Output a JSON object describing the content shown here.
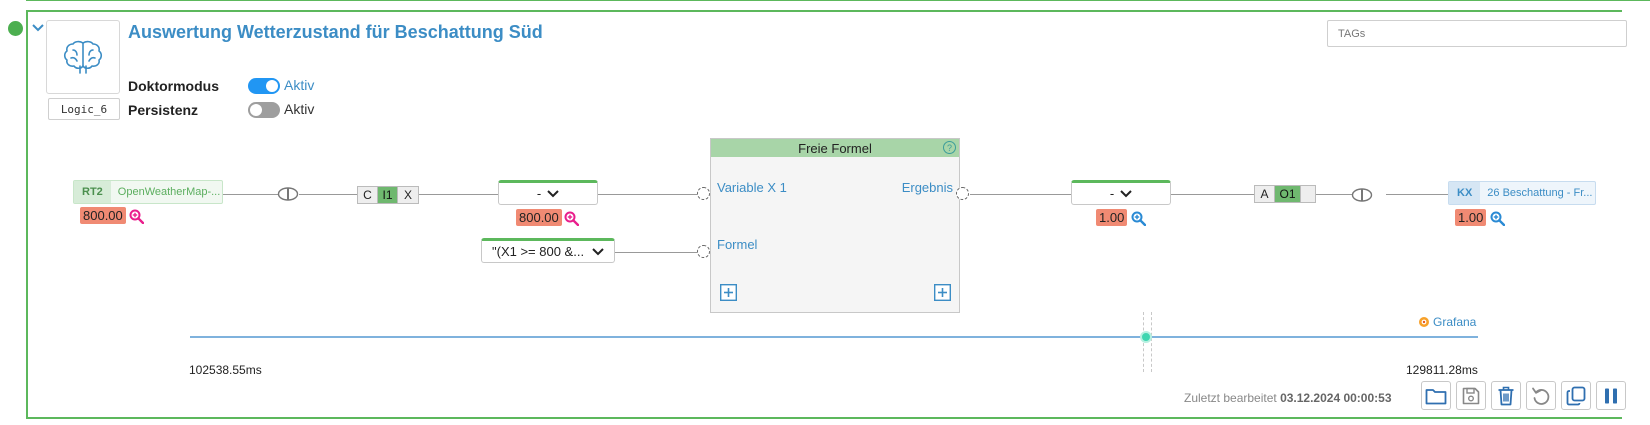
{
  "block": {
    "title": "Auswertung Wetterzustand für Beschattung Süd",
    "logic_id": "Logic_6",
    "tags_placeholder": "TAGs",
    "options": [
      {
        "label": "Doktormodus",
        "state_label": "Aktiv",
        "enabled": true
      },
      {
        "label": "Persistenz",
        "state_label": "Aktiv",
        "enabled": false
      }
    ]
  },
  "inputs": {
    "rt2": {
      "tag": "RT2",
      "label": "OpenWeatherMap-...",
      "value": "800.00"
    }
  },
  "channel_in": {
    "c": "C",
    "i1": "I1",
    "x": "X"
  },
  "dropdown_in": {
    "value": "-",
    "display_value": "800.00"
  },
  "formula_select": {
    "value": "\"(X1 >= 800 &..."
  },
  "formula_block": {
    "title": "Freie Formel",
    "help": "?",
    "input_var": "Variable X 1",
    "input_formula": "Formel",
    "output": "Ergebnis"
  },
  "dropdown_out": {
    "value": "-",
    "display_value": "1.00"
  },
  "channel_out": {
    "a": "A",
    "o1": "O1"
  },
  "outputs": {
    "kx": {
      "tag": "KX",
      "label": "26 Beschattung - Fr...",
      "value": "1.00"
    }
  },
  "timeline": {
    "start": "102538.55ms",
    "end": "129811.28ms",
    "grafana_label": "Grafana"
  },
  "footer": {
    "edited_label": "Zuletzt bearbeitet",
    "edited_value": "03.12.2024 00:00:53"
  },
  "colors": {
    "accent_blue": "#3c8dc5",
    "green_border": "#5cb85c",
    "value_badge": "#f08a73",
    "toggle_on": "#2196f3"
  }
}
